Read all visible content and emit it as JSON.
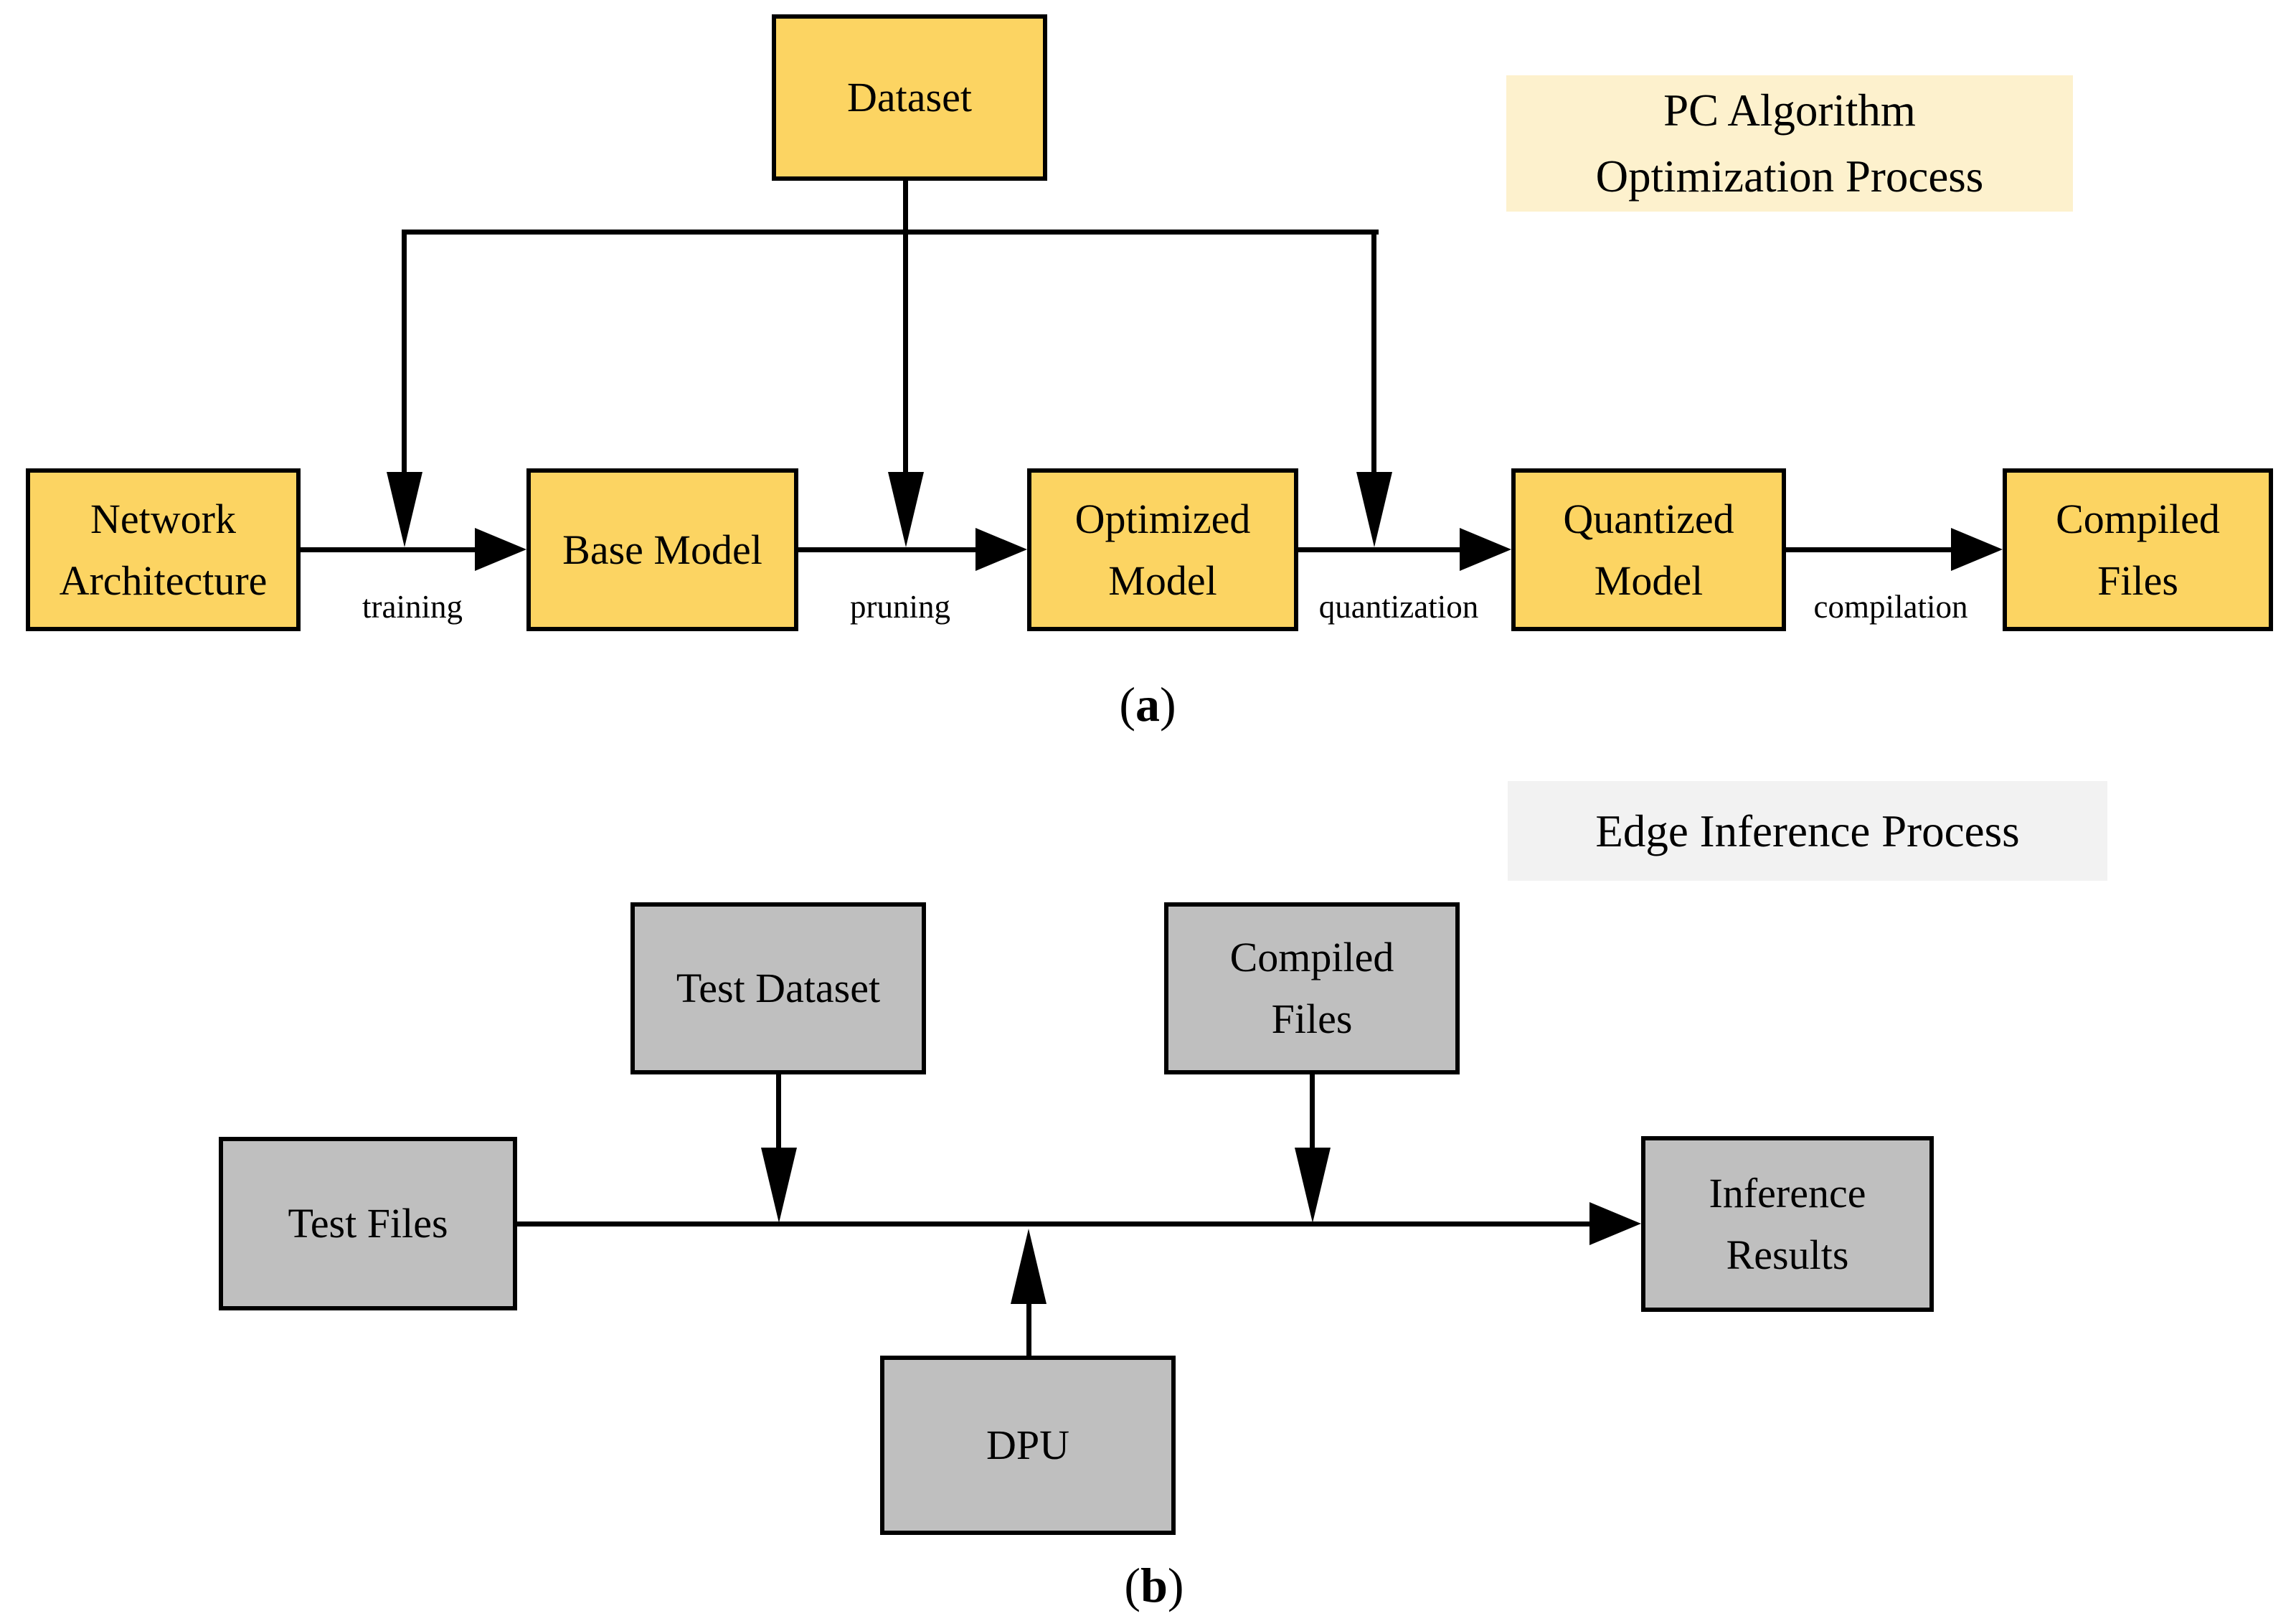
{
  "colors": {
    "node_fill_a": "#FCD462",
    "legend_fill_a": "#FDF1CD",
    "node_fill_b": "#BFBFBF",
    "legend_fill_b": "#F2F2F2",
    "line": "#000000"
  },
  "panel_a": {
    "legend_line1": "PC Algorithm",
    "legend_line2": "Optimization Process",
    "caption_open": "(",
    "caption_letter": "a",
    "caption_close": ")",
    "nodes": {
      "dataset": "Dataset",
      "network_architecture_line1": "Network",
      "network_architecture_line2": "Architecture",
      "base_model": "Base Model",
      "optimized_model_line1": "Optimized",
      "optimized_model_line2": "Model",
      "quantized_model_line1": "Quantized",
      "quantized_model_line2": "Model",
      "compiled_files_line1": "Compiled",
      "compiled_files_line2": "Files"
    },
    "edge_labels": {
      "training": "training",
      "pruning": "pruning",
      "quantization": "quantization",
      "compilation": "compilation"
    }
  },
  "panel_b": {
    "legend": "Edge Inference Process",
    "caption_open": "(",
    "caption_letter": "b",
    "caption_close": ")",
    "nodes": {
      "test_dataset": "Test Dataset",
      "compiled_files_line1": "Compiled",
      "compiled_files_line2": "Files",
      "test_files": "Test Files",
      "inference_results_line1": "Inference",
      "inference_results_line2": "Results",
      "dpu": "DPU"
    }
  }
}
